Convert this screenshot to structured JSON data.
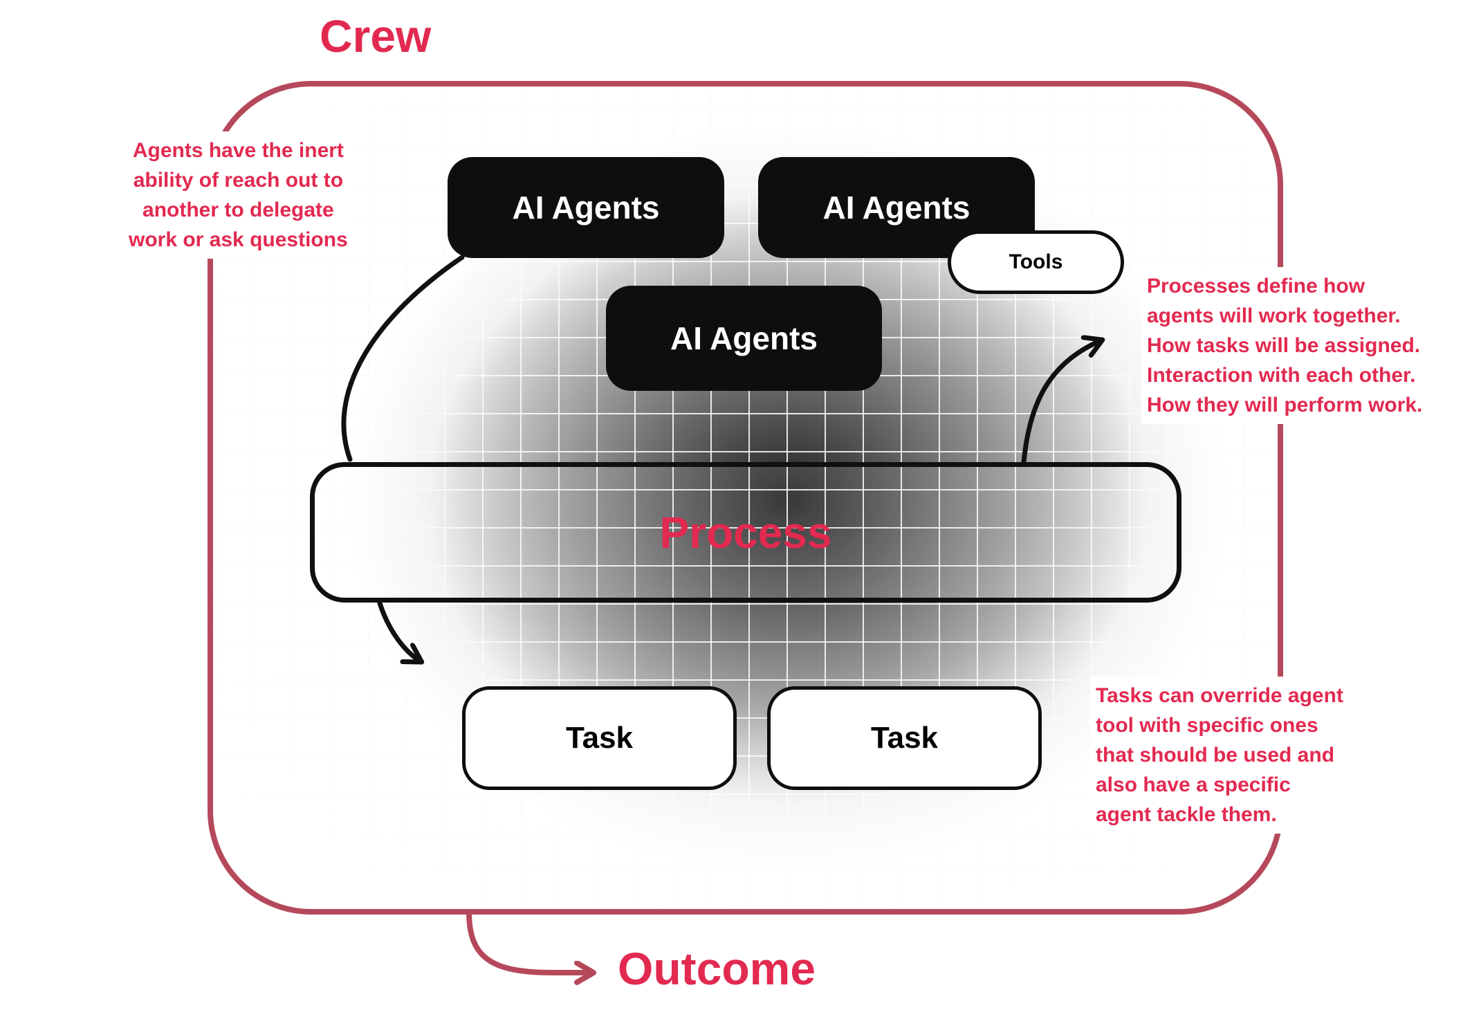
{
  "title": "Crew",
  "colors": {
    "accent": "#E22950",
    "boundary": "#B5495B",
    "node_background": "#0E0E0E",
    "arrow": "#111111"
  },
  "nodes": {
    "agents1": "AI Agents",
    "agents2": "AI Agents",
    "agents3": "AI Agents",
    "tools": "Tools",
    "process": "Process",
    "task1": "Task",
    "task2": "Task"
  },
  "outcome_label": "Outcome",
  "annotations": {
    "left": "Agents have the inert\nability of reach out to\nanother to delegate\nwork or ask questions",
    "right_top": "Processes define how\nagents will work together.\nHow tasks will be assigned.\nInteraction with each other.\nHow they will perform work.",
    "right_bottom": "Tasks can override agent\ntool with specific ones\nthat should be used and\nalso have a specific\nagent tackle them."
  }
}
